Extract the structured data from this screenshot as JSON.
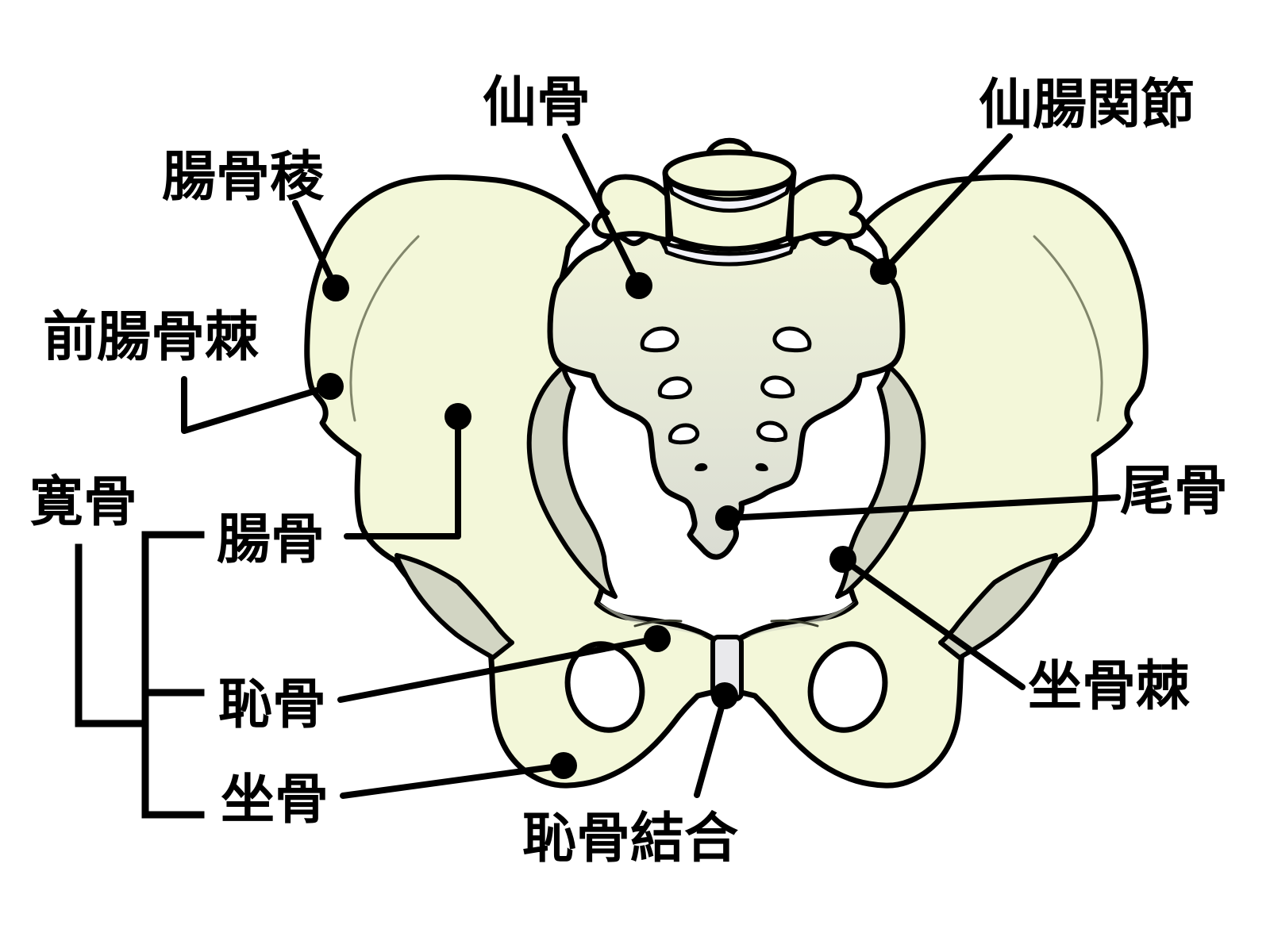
{
  "diagram": {
    "labels": {
      "iliac_crest": "腸骨稜",
      "anterior_iliac_spine": "前腸骨棘",
      "sacrum": "仙骨",
      "sacroiliac_joint": "仙腸関節",
      "hip_bone": "寛骨",
      "ilium": "腸骨",
      "pubis": "恥骨",
      "ischium": "坐骨",
      "pubic_symphysis": "恥骨結合",
      "coccyx": "尾骨",
      "ischial_spine": "坐骨棘"
    },
    "hip_bone_bracket": {
      "parent": "寛骨",
      "children": [
        "腸骨",
        "恥骨",
        "坐骨"
      ]
    },
    "colors": {
      "bone_fill": "#f3f7d9",
      "outline": "#000000",
      "inlet_band": "#d2d5c3",
      "sacrum_top": "#f0f3d9",
      "sacrum_mid": "#e6e9d7",
      "sacrum_bottom": "#dadcd3",
      "disc_fill": "#f2f2f8",
      "symphysis_fill": "#e9e9ec",
      "label_color": "#000000"
    }
  }
}
